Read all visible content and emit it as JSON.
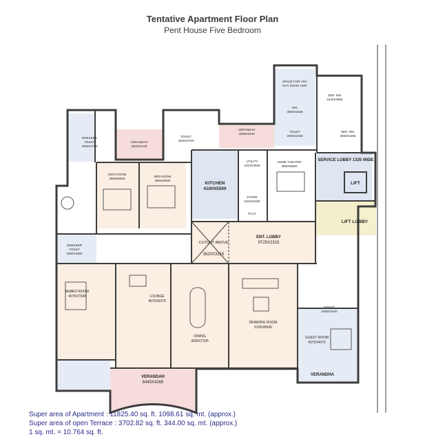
{
  "header": {
    "title": "Tentative Apartment Floor Plan",
    "subtitle": "Pent House Five Bedroom"
  },
  "rooms": {
    "kitchen": "KITCHEN",
    "kitchen_dim": "4100X5500",
    "ent_lobby": "ENT. LOBBY",
    "ent_lobby_dim": "9725X2315",
    "cutout": "CUTOUT ABOVE",
    "cutout_dim": "3620X3315",
    "service_lobby": "SERVICE LOBBY 1335 WIDE",
    "lift": "LIFT",
    "lift_lobby": "LIFT LOBBY",
    "verandah_main": "VERANDAH",
    "verandah_main_dim": "6440X4265",
    "verandah_right": "VERANDHA",
    "master": "MsBED ROOM",
    "master_dim": "4075X7940",
    "lounge": "LOUNGE",
    "lounge_dim": "4675X5370",
    "dining": "DINING",
    "dining_dim": "3935X7235",
    "drawing": "DRAWING ROOM",
    "drawing_dim": "5100X8540",
    "guest": "GUEST ROOM",
    "guest_dim": "4275X4075",
    "kids": "KID'S ROOM",
    "kids_dim": "3660X5920",
    "bed": "BED ROOM",
    "bed_dim": "3960X5920",
    "home_theater": "HOME THEATER",
    "home_theater_dim": "3900X5900",
    "utility": "UTILITY",
    "utility_dim": "1810X2945",
    "store": "STORE",
    "store_dim": "1810X2400",
    "pooja": "PUJA",
    "spa": "SPA",
    "spa_dim": "3500X3469",
    "space_out": "SPACE FOR VRV",
    "space_out2": "OUT DOOR UNIT",
    "ser_rm1": "SER. RM.",
    "ser_rm1_dim": "2440X3660",
    "ser_rm2": "SER. RM.",
    "ser_rm2_dim": "2650X2355",
    "verandah_top1": "VERANDAH",
    "verandah_top1_dim": "4825X2440",
    "verandah_top2": "VERANDAH",
    "verandah_top2_dim": "4295X2440",
    "toilet1": "TOILET",
    "toilet1_dim": "4200X2700",
    "toilet2": "TOILET",
    "toilet2_dim": "2025X2150",
    "toilet_guest": "TOILET",
    "toilet_guest_dim": "2405X1540",
    "dresser1": "DRESSER",
    "dresser1b": "TOILET",
    "dresser1_dim": "3300X4760",
    "dresser2": "DRESSER",
    "dresser2b": "TOILET",
    "dresser2_dim": "3000X3650"
  },
  "footer": {
    "line1": "Super area of Apartment : 11825.40 sq. ft. 1098.61 sq. mt. (approx.)",
    "line2": "Super area of open Terrace : 3702.82 sq. ft. 344.00 sq. mt. (approx.)",
    "line3": "1 sq. mt. = 10.764 sq. ft."
  }
}
